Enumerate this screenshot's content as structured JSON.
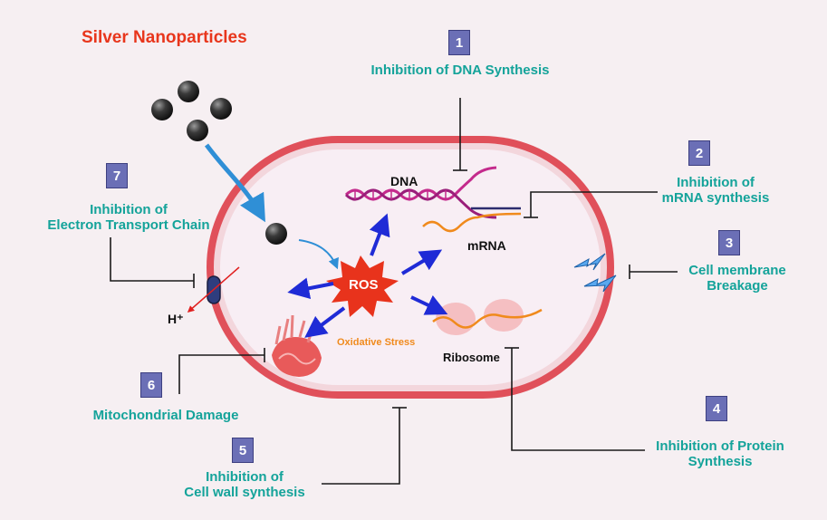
{
  "title": "Silver Nanoparticles",
  "inner_labels": {
    "dna": "DNA",
    "mrna": "mRNA",
    "ros": "ROS",
    "oxidative_stress": "Oxidative Stress",
    "ribosome": "Ribosome",
    "proton": "H⁺"
  },
  "mechanisms": [
    {
      "number": "1",
      "line1": "Inhibition of DNA Synthesis",
      "line2": ""
    },
    {
      "number": "2",
      "line1": "Inhibition of",
      "line2": "mRNA synthesis"
    },
    {
      "number": "3",
      "line1": "Cell membrane",
      "line2": "Breakage"
    },
    {
      "number": "4",
      "line1": "Inhibition of Protein",
      "line2": "Synthesis"
    },
    {
      "number": "5",
      "line1": "Inhibition of",
      "line2": "Cell wall synthesis"
    },
    {
      "number": "6",
      "line1": "Mitochondrial Damage",
      "line2": ""
    },
    {
      "number": "7",
      "line1": "Inhibition of",
      "line2": "Electron Transport Chain"
    }
  ],
  "colors": {
    "title": "#e8361c",
    "label_teal": "#14a39a",
    "badge": "#6b6fb6",
    "cell_wall": "#e0505a",
    "cytoplasm": "#f8eef4",
    "ros": "#e8331c",
    "arrows": "#1f2bd6"
  }
}
